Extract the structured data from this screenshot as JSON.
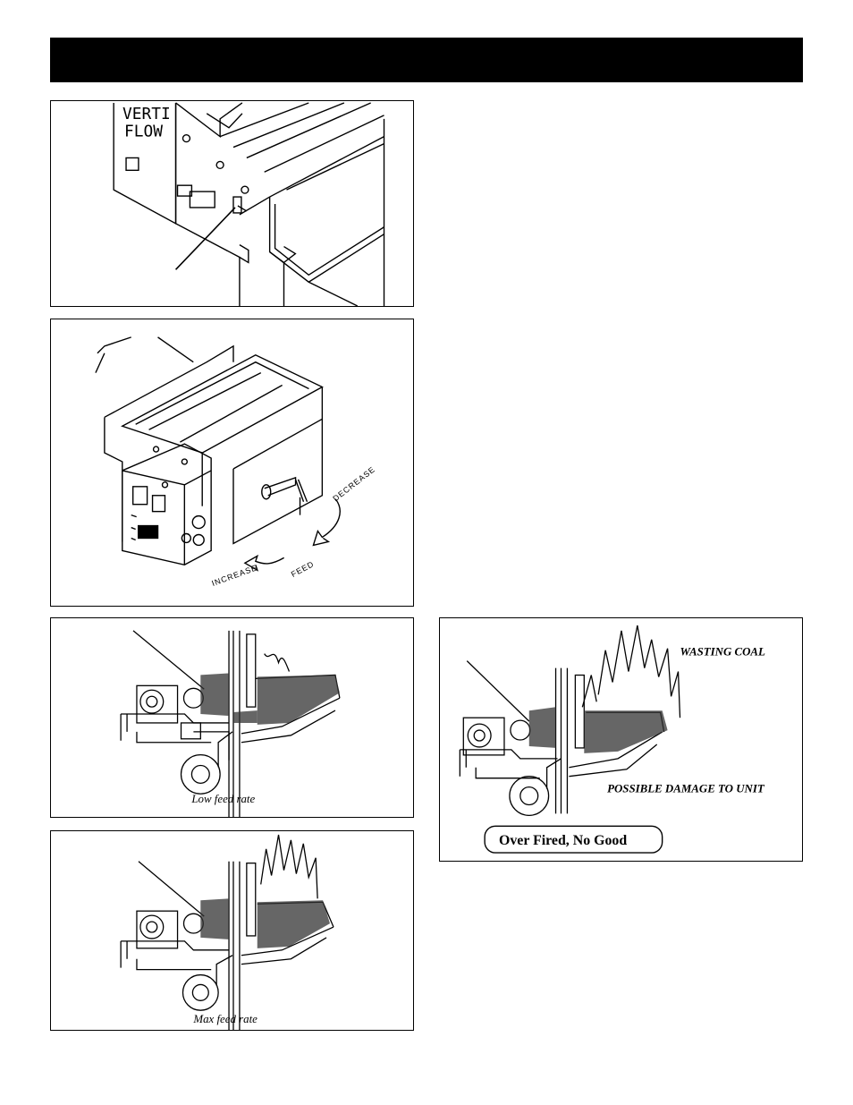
{
  "figures": {
    "fig1": {
      "stencil_line1": "VERTI",
      "stencil_line2": "FLOW"
    },
    "fig2": {
      "label_decrease": "DECREASE",
      "label_increase": "INCREASE",
      "label_feed": "FEED"
    },
    "fig3": {
      "caption": "Low feed rate"
    },
    "fig4": {
      "caption": "Max feed rate"
    },
    "fig5": {
      "label_wasting": "WASTING COAL",
      "label_damage": "POSSIBLE DAMAGE TO UNIT",
      "badge": "Over Fired, No Good"
    }
  }
}
